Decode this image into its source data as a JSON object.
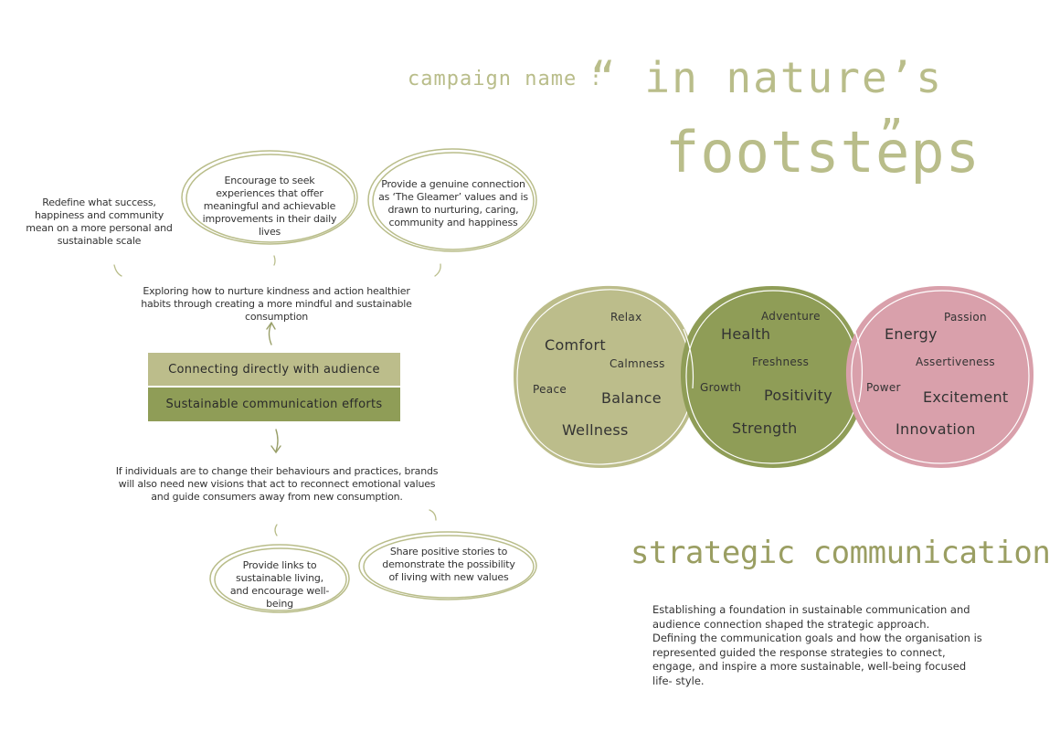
{
  "campaign": {
    "label": "campaign name :",
    "title_line1": "“ in nature’s",
    "title_line2": "footsteps",
    "close_quote": "”"
  },
  "flow": {
    "left_note": "Redefine what success, happiness and community mean on a more personal and sustainable scale",
    "bubble_top_1": "Encourage to seek experiences that offer meaningful and achievable improvements in their daily lives",
    "bubble_top_2": "Provide a genuine connection as ‘The Gleamer’ values and is drawn to nurturing, caring, community and happiness",
    "explore": "Exploring how to nurture kindness and action healthier habits through creating a more mindful and sustainable consumption",
    "bar_connect": "Connecting directly with audience",
    "bar_sustainable": "Sustainable communication efforts",
    "individuals": "If individuals are to change their behaviours and practices, brands will also need new visions that act to reconnect emotional values and guide consumers away from new consumption.",
    "bubble_bottom_1": "Provide links to sustainable living, and encourage well-being",
    "bubble_bottom_2": "Share positive stories to demonstrate the possibility of living with new values"
  },
  "circles": {
    "left": {
      "color": "#bcbd8b",
      "words": [
        "Relax",
        "Comfort",
        "Calmness",
        "Peace",
        "Balance",
        "Wellness"
      ]
    },
    "middle": {
      "color": "#8f9d57",
      "words": [
        "Adventure",
        "Health",
        "Freshness",
        "Growth",
        "Positivity",
        "Strength"
      ]
    },
    "right": {
      "color": "#d9a0ab",
      "words": [
        "Passion",
        "Energy",
        "Assertiveness",
        "Power",
        "Excitement",
        "Innovation"
      ]
    }
  },
  "strategic": {
    "heading": "strategic communication",
    "lines": [
      "Establishing a foundation in sustainable communication and",
      "audience connection shaped the strategic approach.",
      "Defining the communication goals and how the organisation is",
      "represented guided the response strategies to connect,",
      "engage, and inspire a more sustainable, well-being focused",
      "life- style."
    ]
  },
  "colors": {
    "olive_light": "#bcbd8b",
    "olive_dark": "#8f9d57",
    "pink": "#d9a0ab",
    "title": "#b9bd8a",
    "heading": "#9a9e62"
  }
}
